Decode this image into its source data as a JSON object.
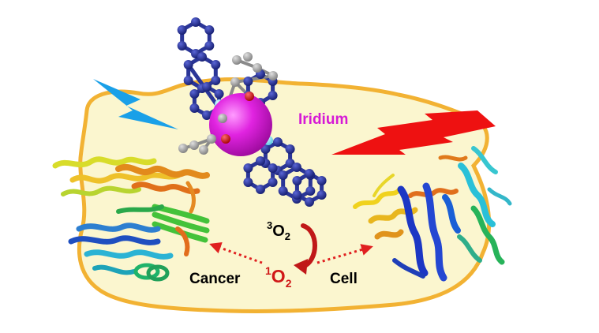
{
  "labels": {
    "metal": "Iridium",
    "left_word": "Cancer",
    "right_word": "Cell",
    "triplet_sup": "3",
    "triplet_base": "O",
    "triplet_sub": "2",
    "singlet_sup": "1",
    "singlet_base": "O",
    "singlet_sub": "2"
  },
  "colors": {
    "cell_fill": "#fbf6cf",
    "cell_border": "#f2b233",
    "metal": "#d61ad6",
    "ligand": "#1f2a8c",
    "nitrogen": "#7fd9ec",
    "carbon": "#9b9b9b",
    "oxygen": "#cc1111",
    "light_blue": "#1aa0e8",
    "light_red": "#ee1111",
    "singlet_text": "#d01818",
    "arrow": "#e02020"
  },
  "icons": {
    "left_light": "lightning-bolt-icon",
    "right_light": "lightning-bolt-icon"
  }
}
